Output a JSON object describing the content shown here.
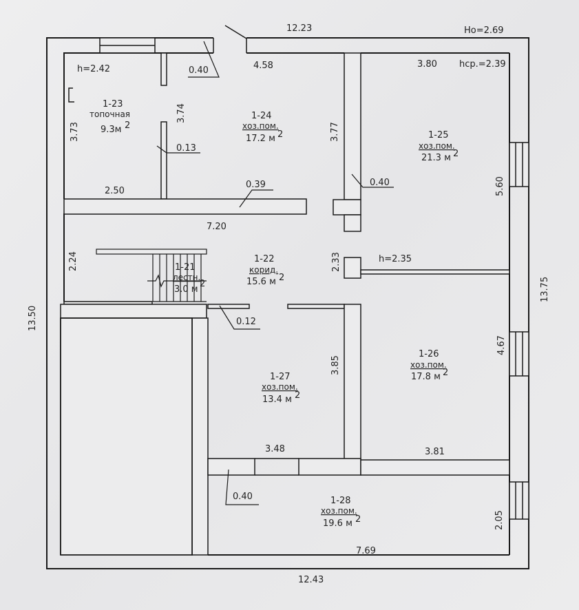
{
  "plan": {
    "ho_label": "Ho=2.69",
    "rooms": {
      "r23": {
        "number": "1-23",
        "name": "топочная",
        "area": "9.3м",
        "sup": "2",
        "height": "h=2.42"
      },
      "r24": {
        "number": "1-24",
        "name": "хоз.пом.",
        "area": "17.2 м",
        "sup": "2"
      },
      "r25": {
        "number": "1-25",
        "name": "хоз.пом.",
        "area": "21.3 м",
        "sup": "2",
        "height": "hср.=2.39"
      },
      "r21": {
        "number": "1-21",
        "name": "лестн.",
        "area": "3.0 м",
        "sup": "2"
      },
      "r22": {
        "number": "1-22",
        "name": "корид.",
        "area": "15.6 м",
        "sup": "2",
        "height": "h=2.35"
      },
      "r26": {
        "number": "1-26",
        "name": "хоз.пом.",
        "area": "17.8 м",
        "sup": "2"
      },
      "r27": {
        "number": "1-27",
        "name": "хоз.пом.",
        "area": "13.4 м",
        "sup": "2"
      },
      "r28": {
        "number": "1-28",
        "name": "хоз.пом.",
        "area": "19.6 м",
        "sup": "2"
      }
    },
    "dims": {
      "top": "12.23",
      "bottom": "12.43",
      "left": "13.50",
      "right": "13.75",
      "d_0_40_top": "0.40",
      "d_4_58": "4.58",
      "d_3_80": "3.80",
      "d_3_73": "3.73",
      "d_3_74": "3.74",
      "d_3_77": "3.77",
      "d_0_13": "0.13",
      "d_2_50": "2.50",
      "d_0_39": "0.39",
      "d_0_40_mid": "0.40",
      "d_5_60": "5.60",
      "d_7_20": "7.20",
      "d_2_24": "2.24",
      "d_2_33": "2.33",
      "d_0_12": "0.12",
      "d_3_85": "3.85",
      "d_4_67": "4.67",
      "d_3_48": "3.48",
      "d_3_81": "3.81",
      "d_0_40_bot": "0.40",
      "d_2_05": "2.05",
      "d_7_69": "7.69"
    }
  }
}
